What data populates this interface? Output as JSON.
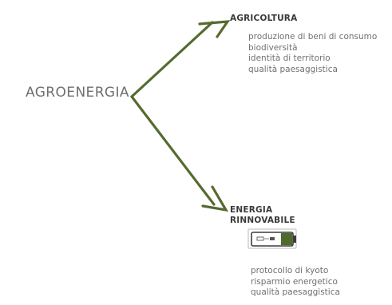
{
  "diagram": {
    "root": {
      "label": "AGROENERGIA"
    },
    "branches": [
      {
        "title_lines": [
          "AGRICOLTURA"
        ],
        "items": [
          "produzione di beni di consumo",
          "biodiversità",
          "identità di territorio",
          "qualità  paesaggistica"
        ]
      },
      {
        "title_lines": [
          "ENERGIA",
          "RINNOVABILE"
        ],
        "items": [
          "protocollo di kyoto",
          "risparmio energetico",
          "qualità paesaggistica"
        ],
        "icon": "battery-icon"
      }
    ],
    "colors": {
      "arrow": "#556b2f",
      "battery_fill": "#4f6a2c"
    }
  }
}
